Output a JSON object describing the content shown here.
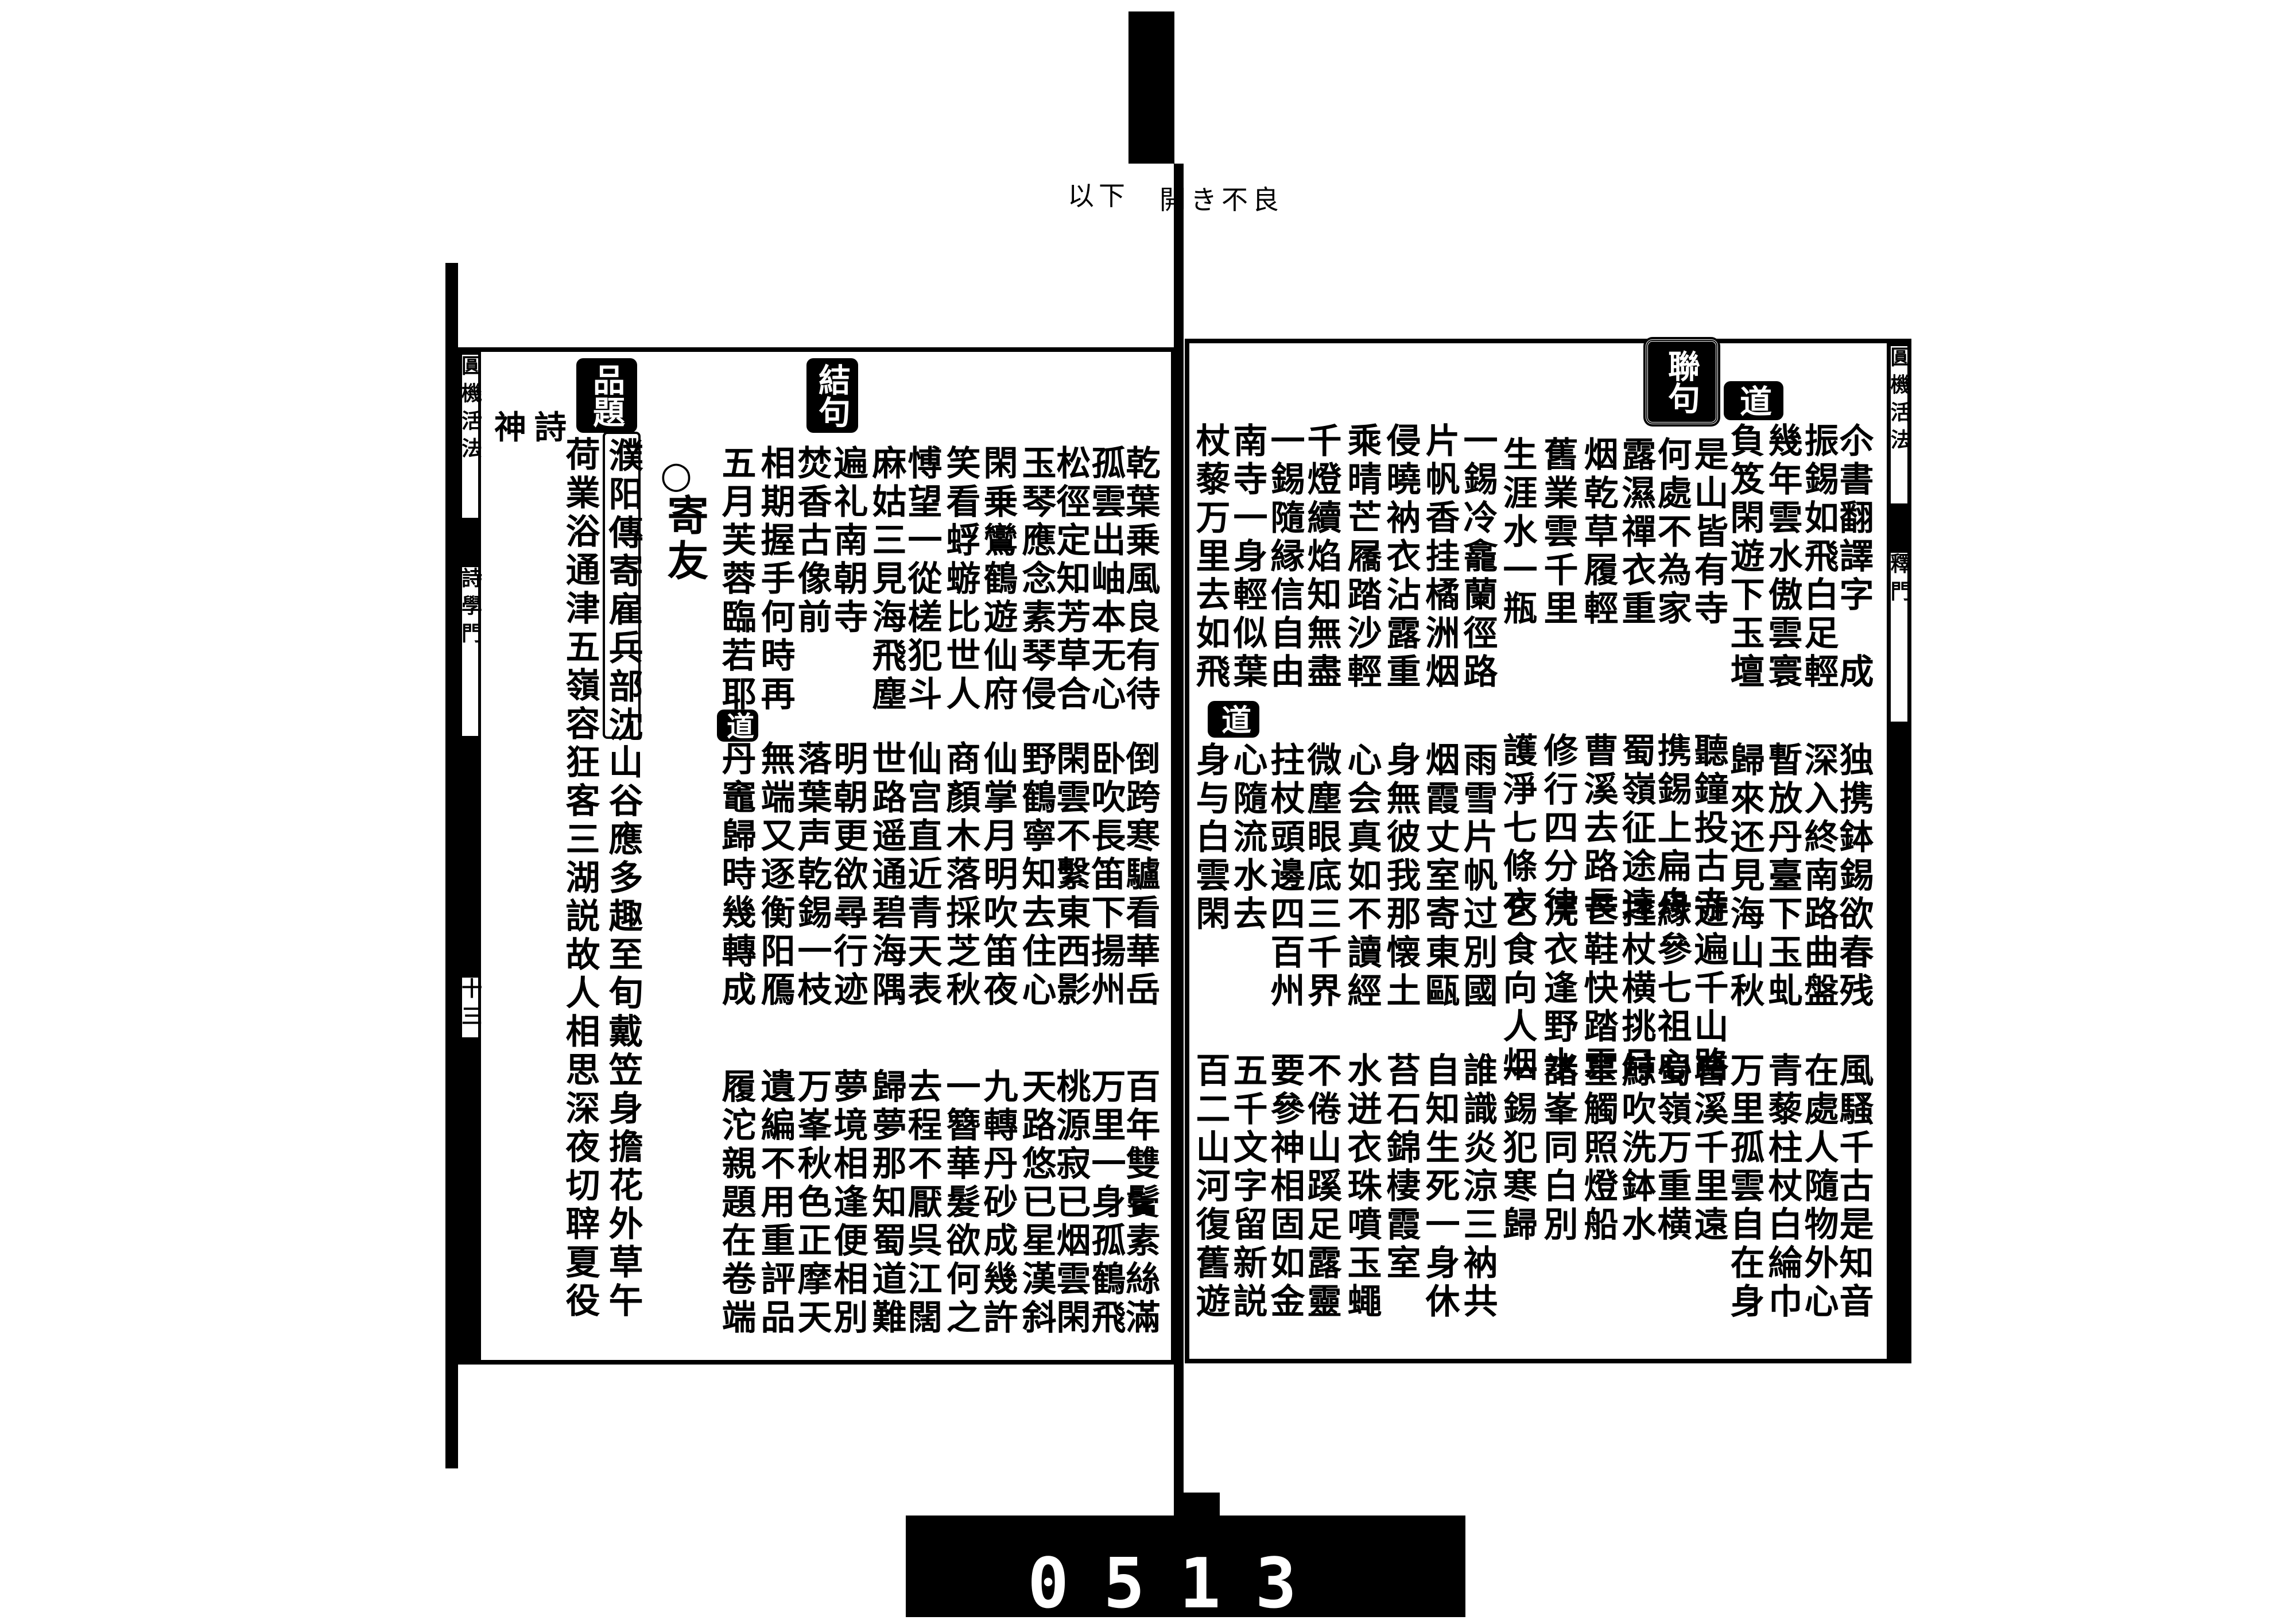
{
  "header_note": {
    "left": "以下",
    "right": "開き不良"
  },
  "film_number": "0513",
  "left_page": {
    "margin_title": "圓機活法",
    "margin_section": "詩學門",
    "margin_folio": "十三",
    "heading_label": "品題",
    "poet": [
      "詩",
      "神"
    ],
    "title_col": "濮阳傳寄雇兵部沈",
    "title_rest": "山谷應多趣至旬戴笠身擔花外草午",
    "second_col": "荷業浴通津五嶺容狂客三湖説故人相思深夜切䏁夏役",
    "poem_mark": "○",
    "poem_title": "寄友",
    "ending_label": "結句",
    "dao_label": "道",
    "columns": [
      [
        "乾葉乗風良有待",
        "倒跨寒驢看華岳",
        "百年雙鬢素絲滿"
      ],
      [
        "孤雲出岫本无心",
        "卧吹長笛下揚州",
        "万里一身孤鶴飛"
      ],
      [
        "松徑定知芳草合",
        "閑雲不繫東西影",
        "桃源寂已烟雲閑"
      ],
      [
        "玉琴應念素琴侵",
        "野鶴寧知去住心",
        "天路悠已星漢斜"
      ],
      [
        "閑乗鸞鶴遊仙府",
        "仙掌月明吹笛夜",
        "九轉丹砂成幾許"
      ],
      [
        "笑看蜉蝣比世人",
        "商顏木落採芝秋",
        "一簪華髮欲何之"
      ],
      [
        "愽望一從槎犯斗",
        "仙宫直近青天表",
        "去程不厭呉江闊"
      ],
      [
        "麻姑三見海飛塵",
        "世路遥通碧海隅",
        "歸夢那知蜀道難"
      ],
      [
        "遍礼南朝寺",
        "明朝更欲尋行迹",
        "夢境相逢便相別"
      ],
      [
        "焚香古像前",
        "落葉声乾錫一枝",
        "万峯秋色正摩天"
      ],
      [
        "相期握手何時再",
        "無端又逐衡阳鴈",
        "遺編不用重評品"
      ],
      [
        "五月芙蓉臨若耶",
        "丹竈歸時幾轉成",
        "履沱親題在卷端"
      ]
    ]
  },
  "right_page": {
    "margin_title": "圓機活法",
    "margin_section": "釋門",
    "dao_label": "道",
    "couplet_label": "聯句",
    "dao_label_2": "道",
    "columns": [
      [
        "尒書翻譯字　成",
        "独携鉢錫欲春残",
        "風騷千古是知音"
      ],
      [
        "振錫如飛白足輕",
        "深入終南路曲盤",
        "在處人隨物外心"
      ],
      [
        "幾年雲水傲雲寰",
        "暫放丹臺下玉虬",
        "青藜柱杖白綸巾"
      ],
      [
        "負笈閑遊下玉壇",
        "歸來还見海山秋",
        "万里孤雲自在身"
      ],
      [
        "是山皆有寺",
        "聽鐘投古寺",
        "遊遍千山路",
        "曹溪千里遠"
      ],
      [
        "何處不為家",
        "携錫上扁舟",
        "縁參七祖心",
        "蜀嶺万重横"
      ],
      [
        "露濕禪衣重",
        "蜀嶺征途遠",
        "拄杖横挑月",
        "鯨吹洗鉢水"
      ],
      [
        "烟乾草履輕",
        "曹溪去路長",
        "芒鞋快踏雲",
        "星觸照燈船"
      ],
      [
        "舊業雲千里",
        "修行四分律",
        "浣衣逢野水",
        "諸峯同白別"
      ],
      [
        "生涯水一瓶",
        "護淨七條衣",
        "乞食向人烟",
        "一錫犯寒歸"
      ],
      [
        "一錫冷龕蘭徑路",
        "雨雪片帆过別國",
        "誰識炎涼三衲共"
      ],
      [
        "片帆香挂橘洲烟",
        "烟霞丈室寄東甌",
        "自知生死一身休"
      ],
      [
        "侵曉衲衣沾露重",
        "身無彼我那懐土",
        "苔石錦棲霞室"
      ],
      [
        "乘晴芒屩踏沙輕",
        "心会真如不讀經",
        "水迸衣珠噴玉蠅"
      ],
      [
        "千燈續焰知無盡",
        "微塵眼底三千界",
        "不倦山蹊足露靈"
      ],
      [
        "一錫隨縁信自由",
        "拄杖頭邊四百州",
        "要參神相固如金"
      ],
      [
        "南寺一身輕似葉",
        "心隨流水去",
        "五千文字留新説"
      ],
      [
        "杖藜万里去如飛",
        "身与白雲閑",
        "百二山河復舊遊"
      ]
    ]
  }
}
